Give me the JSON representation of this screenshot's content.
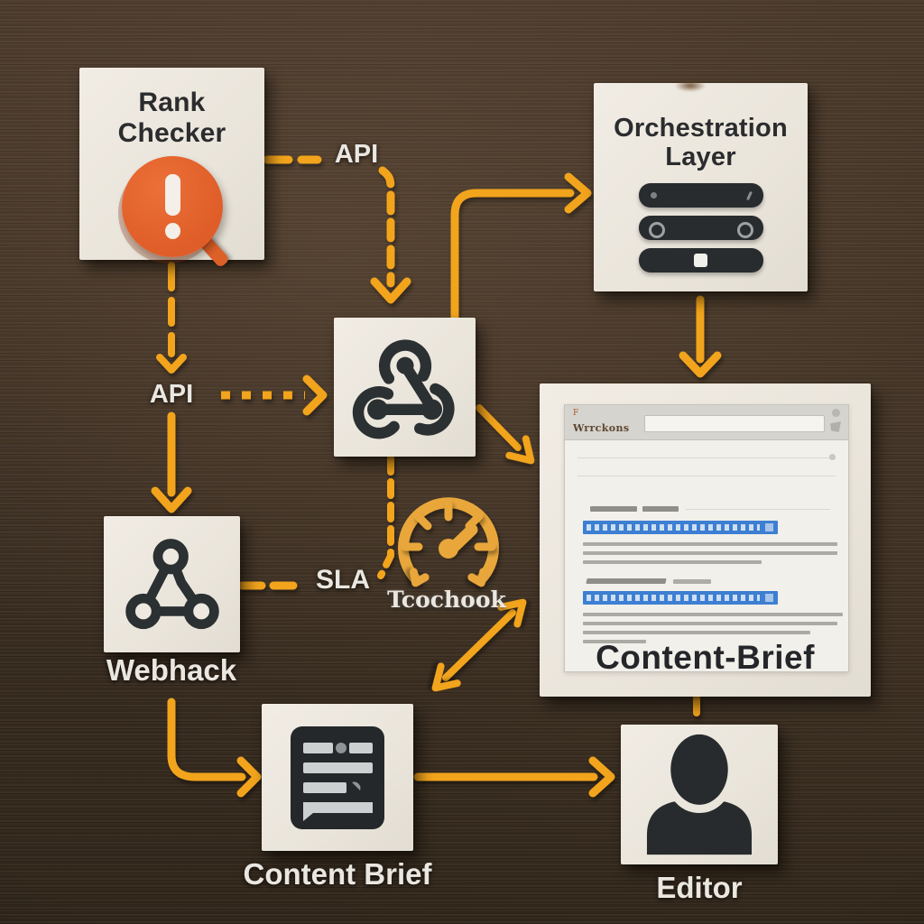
{
  "diagram_title": "SEO content workflow diagram (paper cards on wood)",
  "colors": {
    "wood_background": "#3E3126",
    "card": "#EDE8DF",
    "arrow_yellow": "#F2A41C",
    "dark_icon": "#2A2E30",
    "alert_orange": "#E2622B",
    "gauge_yellow": "#E9A73B",
    "highlight_blue": "#3D7FD2",
    "floor_label_text": "#EAE7E1",
    "card_title_text": "#28292C"
  },
  "nodes": {
    "rank_checker": {
      "line1": "Rank",
      "line2": "Checker",
      "icon": "alert-search-icon"
    },
    "orchestration": {
      "line1": "Orchestration",
      "line2": "Layer",
      "icon": "server-rack-icon"
    },
    "webhook_hub": {
      "icon": "webhook-icon"
    },
    "webhook_left": {
      "caption": "Webhack",
      "icon": "webhook-triangle-icon"
    },
    "content_brief_large": {
      "caption": "Content-Brief",
      "icon": "browser-window",
      "browser": {
        "title": "Wrrckons",
        "favicon_glyph": "F",
        "highlighted_rows": 2
      }
    },
    "content_brief_small": {
      "caption": "Content Brief",
      "icon": "document-lines-icon"
    },
    "editor": {
      "caption": "Editor",
      "icon": "person-icon"
    }
  },
  "edge_labels": {
    "api_top": "API",
    "api_left": "API",
    "sla": "SLA",
    "gauge_caption": "Tcochook"
  },
  "edges": [
    {
      "from": "rank_checker",
      "to": "webhook_hub",
      "style": "dashed",
      "label": "API"
    },
    {
      "from": "rank_checker",
      "to": "webhook_left",
      "style": "dashed+solid",
      "label": "API"
    },
    {
      "from": "webhook_hub",
      "to": "orchestration",
      "style": "solid"
    },
    {
      "from": "orchestration",
      "to": "content_brief_large",
      "style": "solid"
    },
    {
      "from": "webhook_hub",
      "to": "content_brief_large",
      "style": "solid-diagonal"
    },
    {
      "from": "webhook_left",
      "to": "sla_label",
      "style": "dashed",
      "label": "SLA"
    },
    {
      "from": "webhook_hub",
      "to": "sla_label",
      "style": "dashed"
    },
    {
      "from": "webhook_left",
      "to": "content_brief_small",
      "style": "solid-elbow"
    },
    {
      "from": "content_brief_small",
      "to": "content_brief_large",
      "style": "double-arrow"
    },
    {
      "from": "content_brief_small",
      "to": "editor",
      "style": "solid"
    },
    {
      "from": "content_brief_large",
      "to": "editor",
      "style": "short-dash"
    }
  ]
}
